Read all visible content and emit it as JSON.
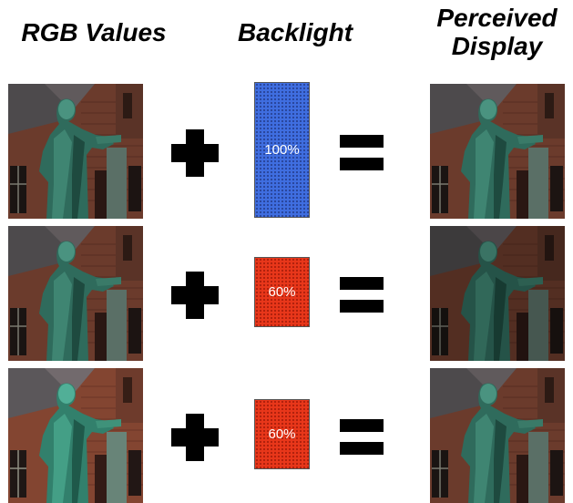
{
  "headers": {
    "rgb_values": "RGB Values",
    "backlight": "Backlight",
    "perceived_display": "Perceived Display"
  },
  "rows": [
    {
      "backlight_level": "100%",
      "backlight_color": "#3f6ee0"
    },
    {
      "backlight_level": "60%",
      "backlight_color": "#e8371a"
    },
    {
      "backlight_level": "60%",
      "backlight_color": "#e8371a"
    }
  ],
  "symbols": {
    "operator_1": "plus",
    "operator_2": "equals"
  },
  "images": {
    "subject": "statue-photo"
  }
}
